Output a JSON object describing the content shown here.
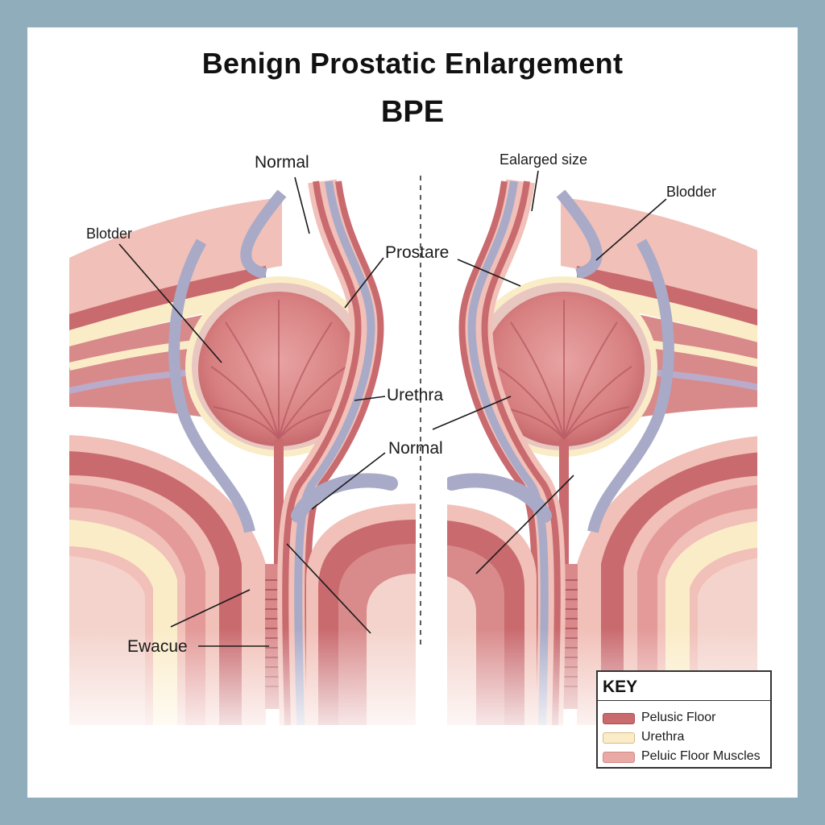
{
  "title": "Benign Prostatic Enlargement",
  "subtitle": "BPE",
  "labels": {
    "normal_top": "Normal",
    "blotder": "Blotder",
    "prostare": "Prostare",
    "urethra": "Urethra",
    "normal_mid": "Normal",
    "ewacue": "Ewacue",
    "ealarged_size": "Ealarged size",
    "blodder": "Blodder"
  },
  "key": {
    "title": "KEY",
    "items": [
      {
        "label": "Pelusic Floor",
        "color": "#c96a6e",
        "border": "#a84f55"
      },
      {
        "label": "Urethra",
        "color": "#fbecc8",
        "border": "#d9b98a"
      },
      {
        "label": "Peluic Floor Muscles",
        "color": "#e9a9a4",
        "border": "#d38c88"
      }
    ]
  },
  "colors": {
    "frame": "#8fadbb",
    "muscle": "#c96a6e",
    "pink": "#f1c0b8",
    "fat": "#fbecc8",
    "fascia": "#a8aac8",
    "gland": "#d57a7c"
  }
}
